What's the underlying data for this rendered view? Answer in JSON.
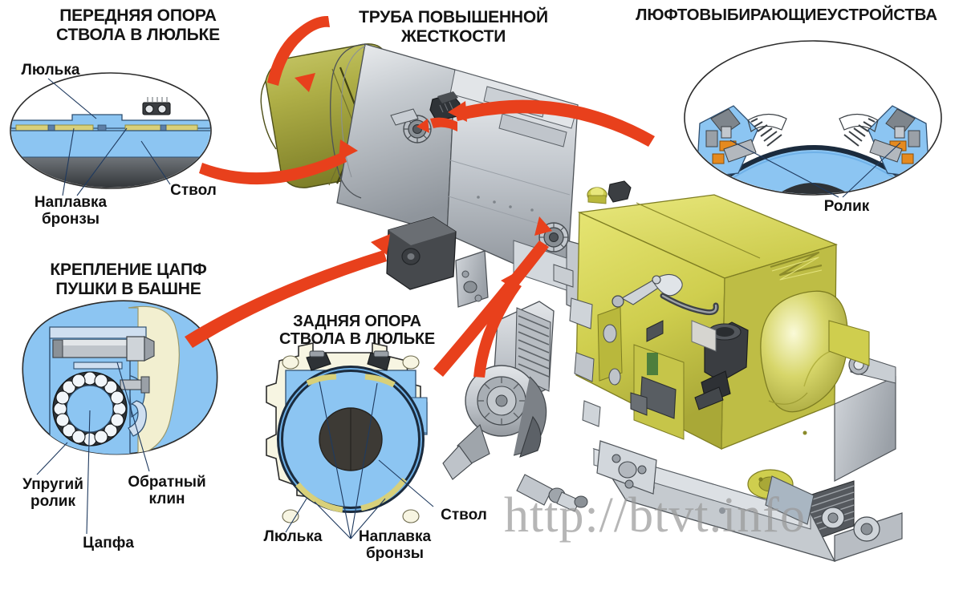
{
  "figure": {
    "kind": "technical-cutaway-diagram",
    "subject": "Tank gun mount — barrel supports, trunnion mounting and backlash take-up devices",
    "background_color": "#ffffff"
  },
  "callouts": [
    {
      "id": "front-support",
      "title": "ПЕРЕДНЯЯ ОПОРА\nСТВОЛА В ЛЮЛЬКЕ"
    },
    {
      "id": "stiff-tube",
      "title": "ТРУБА ПОВЫШЕННОЙ\nЖЕСТКОСТИ"
    },
    {
      "id": "backlash",
      "title": "ЛЮФТОВЫБИРАЮЩИЕУСТРОЙСТВА"
    },
    {
      "id": "trunnion",
      "title": "КРЕПЛЕНИЕ ЦАПФ\nПУШКИ В БАШНЕ"
    },
    {
      "id": "rear-support",
      "title": "ЗАДНЯЯ ОПОРА\nСТВОЛА В ЛЮЛЬКЕ"
    }
  ],
  "labels": {
    "front_detail": {
      "cradle": "Люлька",
      "bronze_overlay": "Наплавка\nбронзы",
      "barrel": "Ствол"
    },
    "backlash_detail": {
      "roller": "Ролик"
    },
    "trunnion_detail": {
      "elastic_roller": "Упругий\nролик",
      "trunnion": "Цапфа",
      "reverse_wedge": "Обратный\nклин"
    },
    "rear_detail": {
      "cradle": "Люлька",
      "bronze_overlay": "Наплавка\nбронзы",
      "barrel": "Ствол"
    }
  },
  "watermark": {
    "text": "http://btvt.info",
    "color": "#9a9a9a"
  },
  "palette": {
    "arrow_red": "#E8401C",
    "arrow_red_dark": "#C9300F",
    "section_blue": "#8CC5F2",
    "section_blue_dark": "#5FA8E0",
    "bronze_yellow": "#D8D07A",
    "bronze_yellow_dark": "#B9AE4E",
    "turret_cream": "#F2EFD0",
    "breech_khaki": "#D6D552",
    "breech_khaki_dark": "#B3B23E",
    "muzzle_olive": "#A5A63C",
    "steel_light": "#D9DCE0",
    "steel_mid": "#B3B8BE",
    "steel_dark": "#8E949B",
    "gunmetal": "#4C5055",
    "near_black": "#2B2B2B",
    "leader_line": "#1F3A5F",
    "text": "#141414"
  }
}
